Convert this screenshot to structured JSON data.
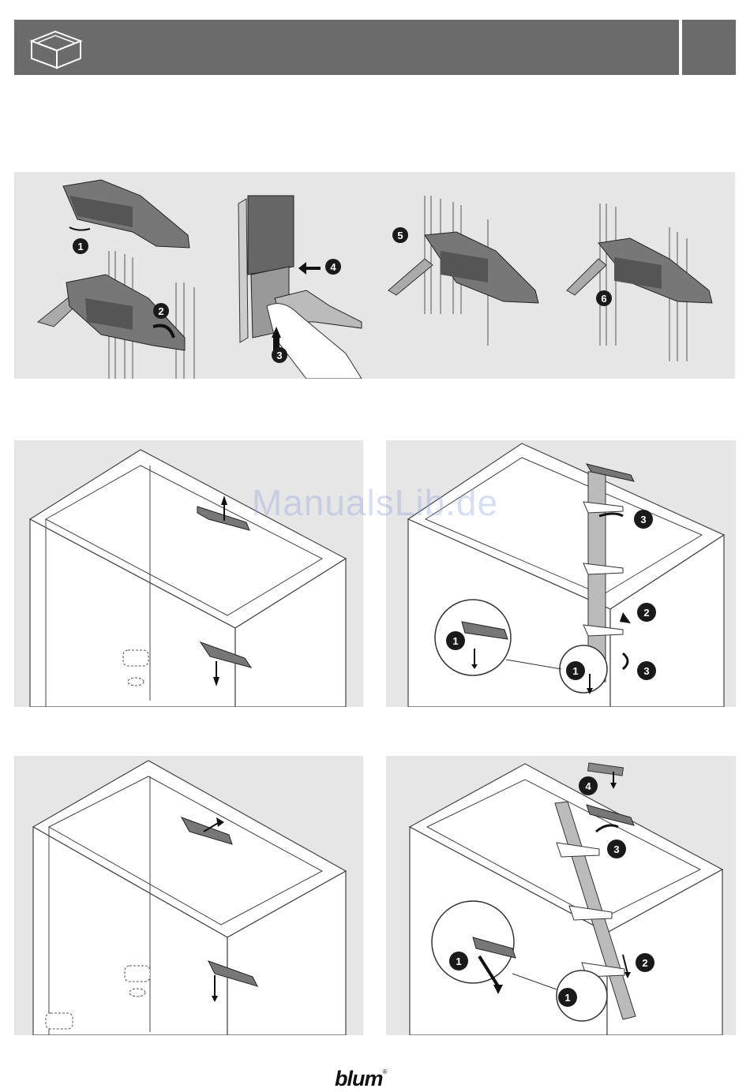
{
  "colors": {
    "header": "#6b6b6b",
    "panel": "#e6e6e6",
    "badge": "#1a1a1a",
    "watermark": "#8ca0dc"
  },
  "icons": {
    "header": "drawer-box-icon"
  },
  "watermark": "ManualsLib.de",
  "logo": {
    "brand": "blum",
    "mark": "®"
  },
  "panel1": {
    "steps": [
      "1",
      "2",
      "3",
      "4",
      "5",
      "6"
    ]
  },
  "panel3": {
    "steps": [
      "3",
      "2",
      "1",
      "1",
      "3"
    ]
  },
  "panel5": {
    "steps": [
      "4",
      "3",
      "1",
      "2",
      "1"
    ]
  }
}
